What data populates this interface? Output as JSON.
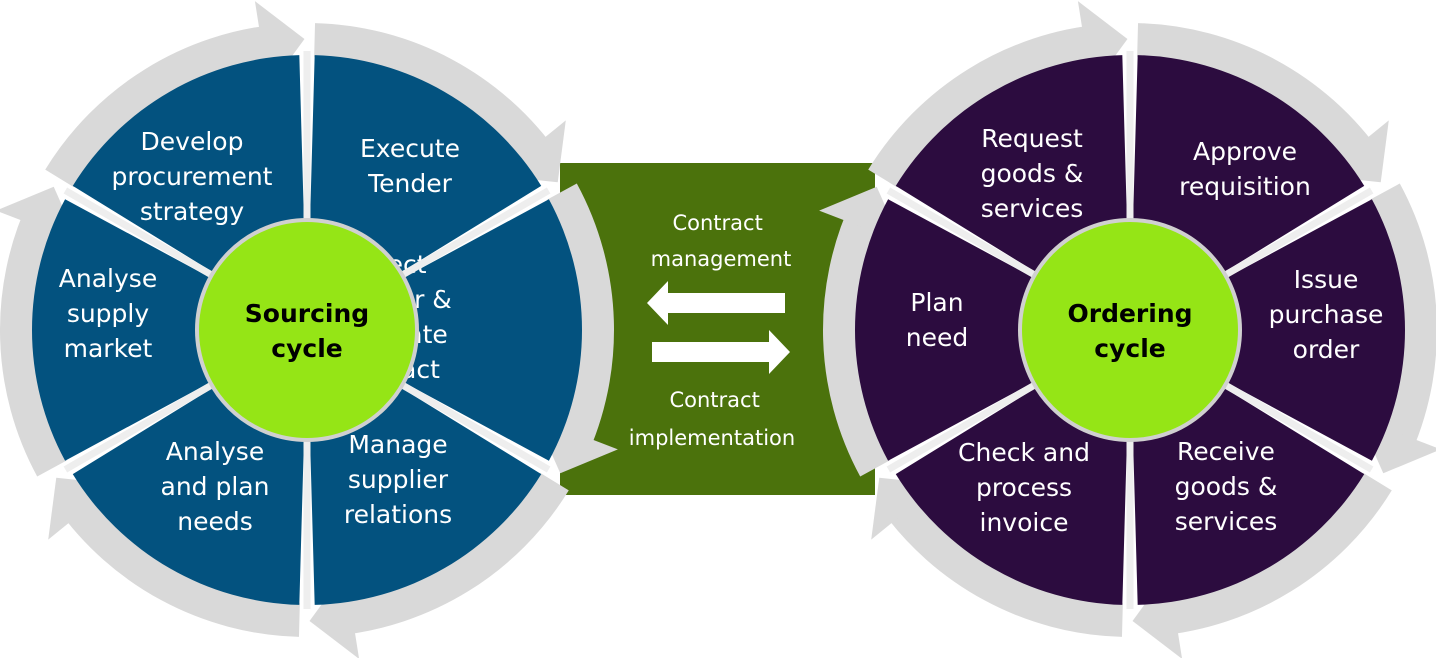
{
  "colors": {
    "sourcing_segment": "#03527f",
    "ordering_segment": "#2c0c3f",
    "hub": "#95e516",
    "rim": "#d9d9d9",
    "divider": "#eeeeee",
    "bridge": "#4b720c",
    "bridge_arrow": "#ffffff"
  },
  "sourcing_cycle": {
    "hub_lines": [
      "Sourcing",
      "cycle"
    ],
    "segments": [
      {
        "id": "execute-tender",
        "lines": [
          "Execute",
          "Tender"
        ]
      },
      {
        "id": "select-supplier",
        "lines": [
          "Select",
          "supplier &",
          "negotiate",
          "contract"
        ]
      },
      {
        "id": "manage-supplier-relations",
        "lines": [
          "Manage",
          "supplier",
          "relations"
        ]
      },
      {
        "id": "analyse-plan-needs",
        "lines": [
          "Analyse",
          "and plan",
          "needs"
        ]
      },
      {
        "id": "analyse-supply-market",
        "lines": [
          "Analyse",
          "supply",
          "market"
        ]
      },
      {
        "id": "develop-strategy",
        "lines": [
          "Develop",
          "procurement",
          "strategy"
        ]
      }
    ]
  },
  "ordering_cycle": {
    "hub_lines": [
      "Ordering",
      "cycle"
    ],
    "segments": [
      {
        "id": "approve-requisition",
        "lines": [
          "Approve",
          "requisition"
        ]
      },
      {
        "id": "issue-purchase-order",
        "lines": [
          "Issue",
          "purchase",
          "order"
        ]
      },
      {
        "id": "receive-goods",
        "lines": [
          "Receive",
          "goods &",
          "services"
        ]
      },
      {
        "id": "check-invoice",
        "lines": [
          "Check and",
          "process",
          "invoice"
        ]
      },
      {
        "id": "plan-need",
        "lines": [
          "Plan",
          "need"
        ]
      },
      {
        "id": "request-goods",
        "lines": [
          "Request",
          "goods &",
          "services"
        ]
      }
    ]
  },
  "bridge": {
    "top_lines": [
      "Contract",
      "management"
    ],
    "bottom_lines": [
      "Contract",
      "implementation"
    ],
    "arrows": [
      {
        "id": "to-sourcing",
        "direction": "left"
      },
      {
        "id": "to-ordering",
        "direction": "right"
      }
    ]
  }
}
